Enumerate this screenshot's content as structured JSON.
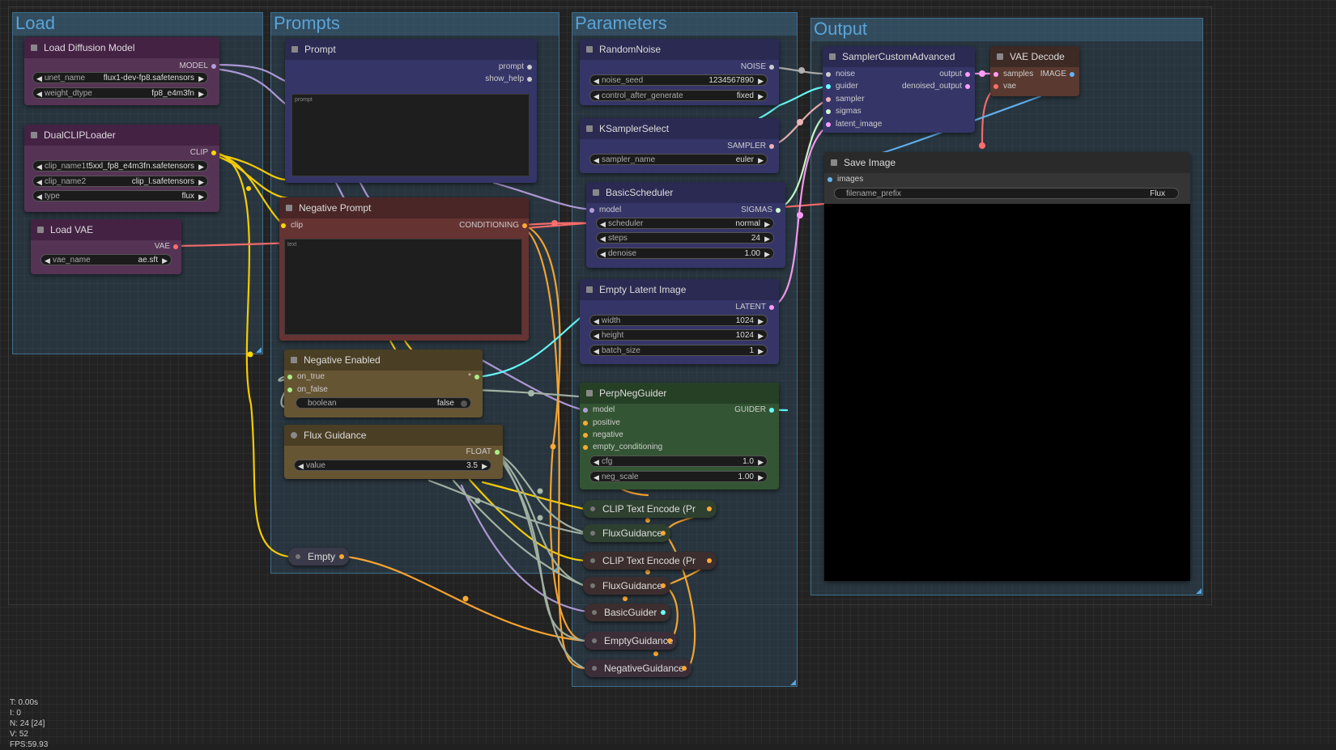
{
  "groups": {
    "load": "Load",
    "prompts": "Prompts",
    "parameters": "Parameters",
    "output": "Output"
  },
  "nodes": {
    "load_diffusion_model": {
      "title": "Load Diffusion Model",
      "out_model": "MODEL",
      "unet_name_label": "unet_name",
      "unet_name": "flux1-dev-fp8.safetensors",
      "weight_dtype_label": "weight_dtype",
      "weight_dtype": "fp8_e4m3fn"
    },
    "dual_clip_loader": {
      "title": "DualCLIPLoader",
      "out_clip": "CLIP",
      "clip_name1_label": "clip_name1",
      "clip_name1": "t5xxl_fp8_e4m3fn.safetensors",
      "clip_name2_label": "clip_name2",
      "clip_name2": "clip_l.safetensors",
      "type_label": "type",
      "type": "flux"
    },
    "load_vae": {
      "title": "Load VAE",
      "out_vae": "VAE",
      "vae_name_label": "vae_name",
      "vae_name": "ae.sft"
    },
    "prompt": {
      "title": "Prompt",
      "out_prompt": "prompt",
      "out_show_help": "show_help",
      "placeholder": "prompt"
    },
    "negative_prompt": {
      "title": "Negative Prompt",
      "in_clip": "clip",
      "out_conditioning": "CONDITIONING",
      "placeholder": "text"
    },
    "negative_enabled": {
      "title": "Negative Enabled",
      "in_on_true": "on_true",
      "in_on_false": "on_false",
      "out_star": "*",
      "boolean_label": "boolean",
      "boolean": "false"
    },
    "flux_guidance": {
      "title": "Flux Guidance",
      "out_float": "FLOAT",
      "value_label": "value",
      "value": "3.5"
    },
    "empty": {
      "title": "Empty"
    },
    "random_noise": {
      "title": "RandomNoise",
      "out_noise": "NOISE",
      "noise_seed_label": "noise_seed",
      "noise_seed": "1234567890",
      "control_label": "control_after_generate",
      "control": "fixed"
    },
    "ksampler_select": {
      "title": "KSamplerSelect",
      "out_sampler": "SAMPLER",
      "sampler_name_label": "sampler_name",
      "sampler_name": "euler"
    },
    "basic_scheduler": {
      "title": "BasicScheduler",
      "in_model": "model",
      "out_sigmas": "SIGMAS",
      "scheduler_label": "scheduler",
      "scheduler": "normal",
      "steps_label": "steps",
      "steps": "24",
      "denoise_label": "denoise",
      "denoise": "1.00"
    },
    "empty_latent": {
      "title": "Empty Latent Image",
      "out_latent": "LATENT",
      "width_label": "width",
      "width": "1024",
      "height_label": "height",
      "height": "1024",
      "batch_label": "batch_size",
      "batch": "1"
    },
    "perp_neg_guider": {
      "title": "PerpNegGuider",
      "in_model": "model",
      "in_positive": "positive",
      "in_negative": "negative",
      "in_empty": "empty_conditioning",
      "out_guider": "GUIDER",
      "cfg_label": "cfg",
      "cfg": "1.0",
      "neg_scale_label": "neg_scale",
      "neg_scale": "1.00"
    },
    "collapsed": [
      "CLIP Text Encode (Pr",
      "FluxGuidance",
      "CLIP Text Encode (Pr",
      "FluxGuidance",
      "BasicGuider",
      "EmptyGuidance",
      "NegativeGuidance"
    ],
    "sampler_custom": {
      "title": "SamplerCustomAdvanced",
      "in_noise": "noise",
      "in_guider": "guider",
      "in_sampler": "sampler",
      "in_sigmas": "sigmas",
      "in_latent": "latent_image",
      "out_output": "output",
      "out_denoised": "denoised_output"
    },
    "vae_decode": {
      "title": "VAE Decode",
      "in_samples": "samples",
      "in_vae": "vae",
      "out_image": "IMAGE"
    },
    "save_image": {
      "title": "Save Image",
      "in_images": "images",
      "prefix_label": "filename_prefix",
      "prefix": "Flux"
    }
  },
  "stats": {
    "t": "T: 0.00s",
    "i": "I: 0",
    "n": "N: 24 [24]",
    "v": "V: 52",
    "fps": "FPS:59.93"
  },
  "colors": {
    "clip": "#ffd500",
    "model": "#b39ddb",
    "vae": "#ff6e6e",
    "conditioning": "#ffa931",
    "latent": "#ff9cf9",
    "noise": "#b0b0b0",
    "guider": "#66ffff",
    "sigmas": "#cdffcd",
    "image": "#64b5f6",
    "float": "#aaee88",
    "sampler": "#ecb4b4"
  }
}
